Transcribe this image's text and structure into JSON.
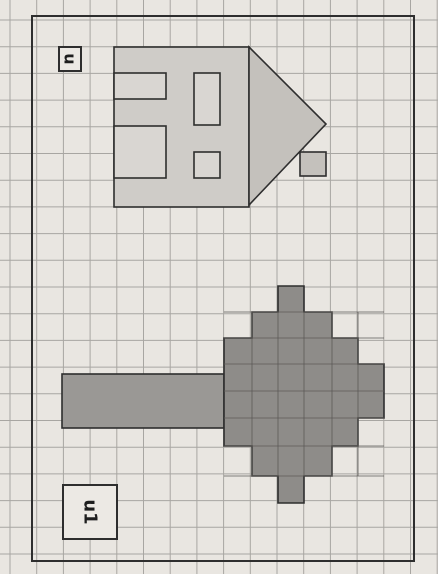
{
  "labels": {
    "top": "u",
    "bottom": "u1"
  },
  "figures": {
    "house": {
      "name": "house-figure",
      "cells_shaded": "grey"
    },
    "tree": {
      "name": "tree-figure",
      "cells_shaded": "grey"
    }
  },
  "colors": {
    "paper": "#e9e6e1",
    "grid": "#a8a6a2",
    "frame": "#2e2e2e",
    "house_fill": "#cfccc8",
    "house_roof": "#c4c1bc",
    "tree_trunk": "#9a9895",
    "tree_crown": "#8e8c89"
  }
}
